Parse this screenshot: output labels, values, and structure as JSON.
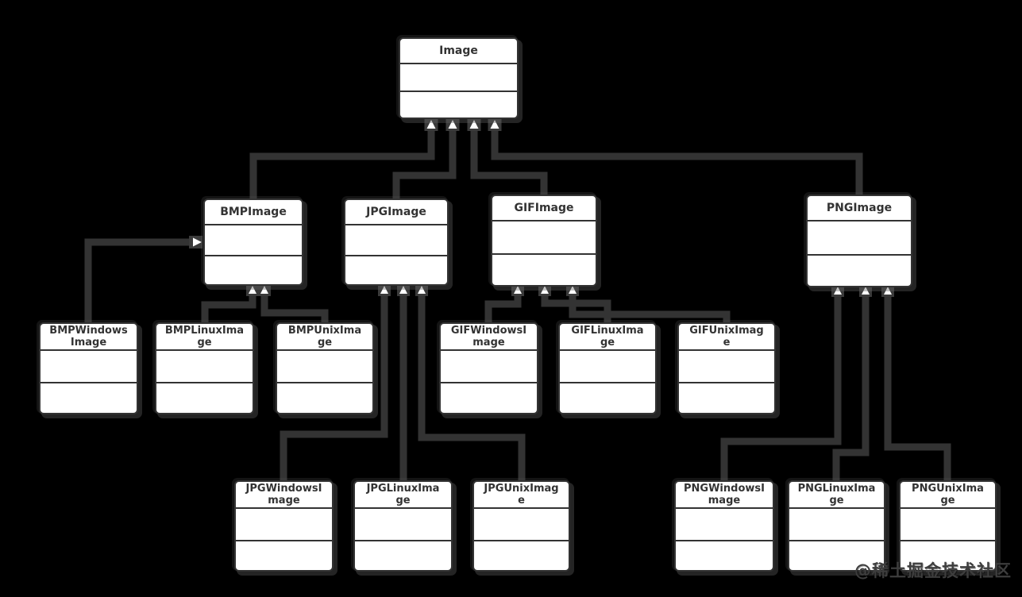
{
  "diagram": {
    "type": "uml-class-diagram",
    "description": "Inheritance hierarchy of Image classes by format and operating system"
  },
  "classes": [
    {
      "name": "Image"
    },
    {
      "name": "BMPImage"
    },
    {
      "name": "JPGImage"
    },
    {
      "name": "GIFImage"
    },
    {
      "name": "PNGImage"
    },
    {
      "name": "BMPWindowsImage"
    },
    {
      "name": "BMPLinuxImage"
    },
    {
      "name": "BMPUnixImage"
    },
    {
      "name": "GIFWindowsImage"
    },
    {
      "name": "GIFLinuxImage"
    },
    {
      "name": "GIFUnixImage"
    },
    {
      "name": "JPGWindowsImage"
    },
    {
      "name": "JPGLinuxImage"
    },
    {
      "name": "JPGUnixImage"
    },
    {
      "name": "PNGWindowsImage"
    },
    {
      "name": "PNGLinuxImage"
    },
    {
      "name": "PNGUnixImage"
    }
  ],
  "relationships": [
    {
      "child": "BMPImage",
      "parent": "Image",
      "type": "generalization"
    },
    {
      "child": "JPGImage",
      "parent": "Image",
      "type": "generalization"
    },
    {
      "child": "GIFImage",
      "parent": "Image",
      "type": "generalization"
    },
    {
      "child": "PNGImage",
      "parent": "Image",
      "type": "generalization"
    },
    {
      "child": "BMPWindowsImage",
      "parent": "BMPImage",
      "type": "generalization"
    },
    {
      "child": "BMPLinuxImage",
      "parent": "BMPImage",
      "type": "generalization"
    },
    {
      "child": "BMPUnixImage",
      "parent": "BMPImage",
      "type": "generalization"
    },
    {
      "child": "GIFWindowsImage",
      "parent": "GIFImage",
      "type": "generalization"
    },
    {
      "child": "GIFLinuxImage",
      "parent": "GIFImage",
      "type": "generalization"
    },
    {
      "child": "GIFUnixImage",
      "parent": "GIFImage",
      "type": "generalization"
    },
    {
      "child": "JPGWindowsImage",
      "parent": "JPGImage",
      "type": "generalization"
    },
    {
      "child": "JPGLinuxImage",
      "parent": "JPGImage",
      "type": "generalization"
    },
    {
      "child": "JPGUnixImage",
      "parent": "JPGImage",
      "type": "generalization"
    },
    {
      "child": "PNGWindowsImage",
      "parent": "PNGImage",
      "type": "generalization"
    },
    {
      "child": "PNGLinuxImage",
      "parent": "PNGImage",
      "type": "generalization"
    },
    {
      "child": "PNGUnixImage",
      "parent": "PNGImage",
      "type": "generalization"
    }
  ],
  "watermark": {
    "text": "@稀土掘金技术社区"
  },
  "colors": {
    "background": "#000000",
    "box_fill": "#ffffff",
    "border": "#333333",
    "connector": "#333333",
    "arrowhead_fill": "#ffffff",
    "title_text": "#333333",
    "watermark_text": "#3d3d3d"
  }
}
